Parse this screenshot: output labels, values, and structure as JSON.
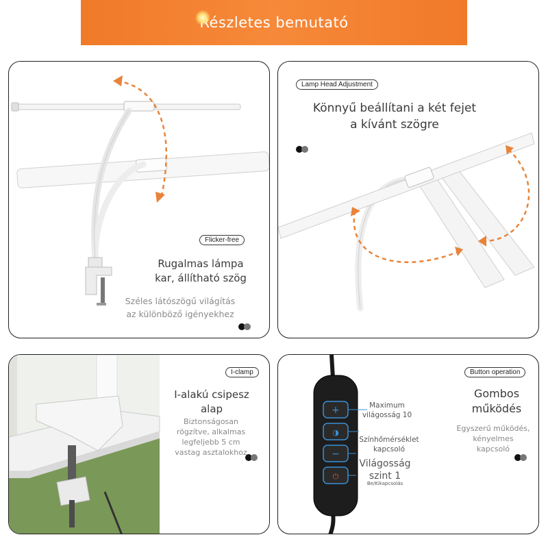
{
  "banner": {
    "title": "Részletes bemutató",
    "color": "#f07a28"
  },
  "panels": {
    "head_adjust": {
      "tag": "Lamp Head Adjustment",
      "line1": "Könnyű beállítani a két fejet",
      "line2": "a kívánt szögre"
    },
    "flicker": {
      "tag": "Flicker-free",
      "title_line1": "Rugalmas lámpa",
      "title_line2": "kar, állítható szög",
      "desc_line1": "Széles látószögű világítás",
      "desc_line2": "az különböző igényekhez"
    },
    "clamp": {
      "tag": "I-clamp",
      "title_line1": "I-alakú csipesz",
      "title_line2": "alap",
      "desc_line1": "Biztonságosan",
      "desc_line2": "rögzítve, alkalmas",
      "desc_line3": "legfeljebb 5 cm",
      "desc_line4": "vastag asztalokhoz"
    },
    "buttons": {
      "tag": "Button operation",
      "title_line1": "Gombos",
      "title_line2": "működés",
      "desc_line1": "Egyszerű működés,",
      "desc_line2": "kényelmes",
      "desc_line3": "kapcsoló",
      "label_plus_1": "Maximum",
      "label_plus_2": "világosság 10",
      "label_color_1": "Színhőmérséklet",
      "label_color_2": "kapcsoló",
      "label_minus_1": "Világosság",
      "label_minus_2": "szint 1",
      "label_power": "Be/Kikapcsolás"
    }
  },
  "colors": {
    "arrow": "#e8833a",
    "button_glow": "#3b8fd4",
    "panel_border": "#1f1f1f"
  }
}
